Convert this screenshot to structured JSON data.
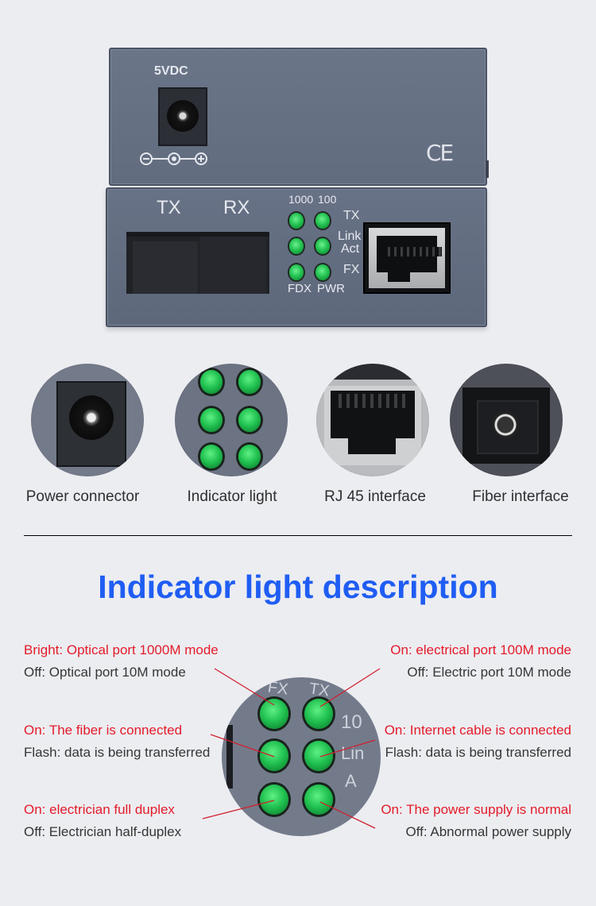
{
  "device": {
    "top_unit": {
      "power_label": "5VDC",
      "polarity_symbol": "⊖—◐—⊕",
      "ce_mark": "CE"
    },
    "bottom_unit": {
      "fiber_labels": {
        "tx": "TX",
        "rx": "RX"
      },
      "led_column_labels": [
        "1000",
        "100"
      ],
      "led_row_labels": [
        "TX",
        "Link",
        "Act",
        "FX"
      ],
      "led_bottom_labels": [
        "FDX",
        "PWR"
      ],
      "led_color": "#25c453"
    }
  },
  "details": [
    {
      "caption": "Power connector",
      "icon": "power-jack"
    },
    {
      "caption": "Indicator light",
      "icon": "led-grid"
    },
    {
      "caption": "RJ 45 interface",
      "icon": "rj45-port"
    },
    {
      "caption": "Fiber interface",
      "icon": "fiber-port"
    }
  ],
  "section": {
    "title": "Indicator light description",
    "title_color": "#1f5df3"
  },
  "descriptions": {
    "left": [
      {
        "on": "Bright: Optical port 1000M mode",
        "off": "Off: Optical port 10M mode"
      },
      {
        "on": "On: The fiber is connected",
        "off": "Flash: data is being transferred"
      },
      {
        "on": "On: electrician full duplex",
        "off": "Off: Electrician half-duplex"
      }
    ],
    "right": [
      {
        "on": "On: electrical port 100M mode",
        "off": "Off: Electric port 10M mode"
      },
      {
        "on": "On: Internet cable is connected",
        "off": "Flash: data is being transferred"
      },
      {
        "on": "On: The power supply is normal",
        "off": "Off: Abnormal power supply"
      }
    ],
    "highlight_color": "#e41b2a",
    "text_color": "#363636"
  },
  "big_circle_labels": {
    "top_left": "FX",
    "top_right": "TX",
    "side": [
      "10",
      "Lin",
      "A"
    ]
  }
}
